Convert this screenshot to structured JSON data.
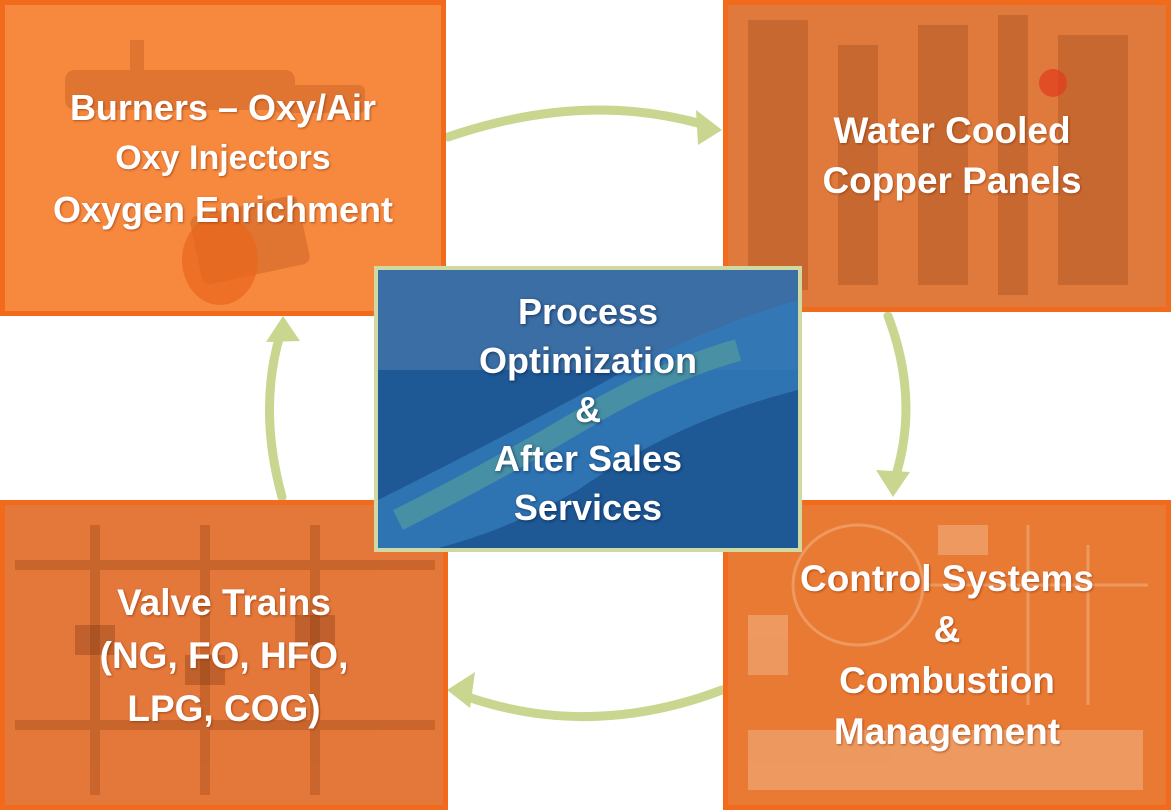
{
  "center": {
    "lines": [
      "Process",
      "Optimization",
      "&",
      "After Sales",
      "Services"
    ]
  },
  "boxes": {
    "top_left": {
      "lines": [
        "Burners – Oxy/Air",
        "Oxy Injectors",
        "Oxygen Enrichment"
      ]
    },
    "top_right": {
      "lines": [
        "Water Cooled",
        "Copper Panels"
      ]
    },
    "bottom_right": {
      "lines": [
        "Control Systems",
        "&",
        "Combustion",
        "Management"
      ]
    },
    "bottom_left": {
      "lines": [
        "Valve Trains",
        "(NG, FO, HFO,",
        "LPG, COG)"
      ]
    }
  },
  "colors": {
    "box_border": "#f26b1d",
    "box_fill": "#f7893f",
    "center_fill": "#1f5f9d",
    "center_border": "#cfd9a1",
    "arrow": "#c9d68f"
  }
}
